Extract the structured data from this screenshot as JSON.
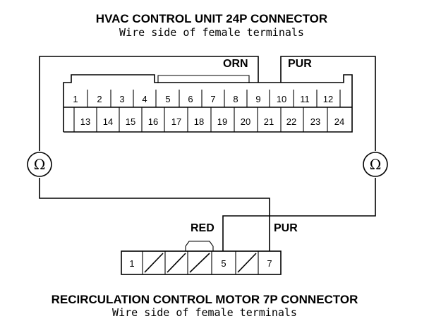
{
  "top_connector": {
    "title": "HVAC CONTROL UNIT 24P CONNECTOR",
    "subtitle": "Wire side of female terminals",
    "row1_pins": [
      "1",
      "2",
      "3",
      "4",
      "5",
      "6",
      "7",
      "8",
      "9",
      "10",
      "11",
      "12"
    ],
    "row2_pins": [
      "13",
      "14",
      "15",
      "16",
      "17",
      "18",
      "19",
      "20",
      "21",
      "22",
      "23",
      "24"
    ]
  },
  "bottom_connector": {
    "title": "RECIRCULATION CONTROL MOTOR 7P CONNECTOR",
    "subtitle": "Wire side of female terminals",
    "cells": [
      "1",
      "",
      "",
      "",
      "5",
      "",
      "7"
    ]
  },
  "wires": {
    "top_left": "ORN",
    "top_right": "PUR",
    "bottom_left": "RED",
    "bottom_right": "PUR"
  },
  "meters": {
    "left_symbol": "Ω",
    "right_symbol": "Ω"
  }
}
